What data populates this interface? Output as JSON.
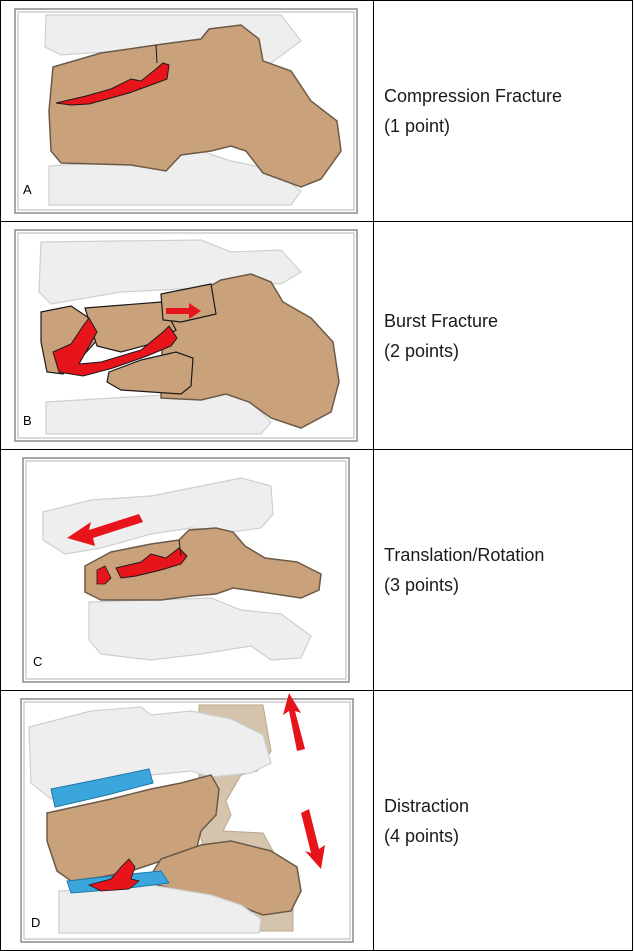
{
  "rows": [
    {
      "letter": "A",
      "line1": "Compression Fracture",
      "line2": "(1 point)"
    },
    {
      "letter": "B",
      "line1": "Burst Fracture",
      "line2": "(2 points)"
    },
    {
      "letter": "C",
      "line1": "Translation/Rotation",
      "line2": "(3 points)"
    },
    {
      "letter": "D",
      "line1": "Distraction",
      "line2": "(4 points)"
    }
  ],
  "colors": {
    "bone": "#c9a27b",
    "bone_ghost": "#eeeeee",
    "fracture": "#e8141b",
    "disc": "#3aa6dc",
    "ligament": "#d5c4ac",
    "arrow": "#e8141b"
  }
}
